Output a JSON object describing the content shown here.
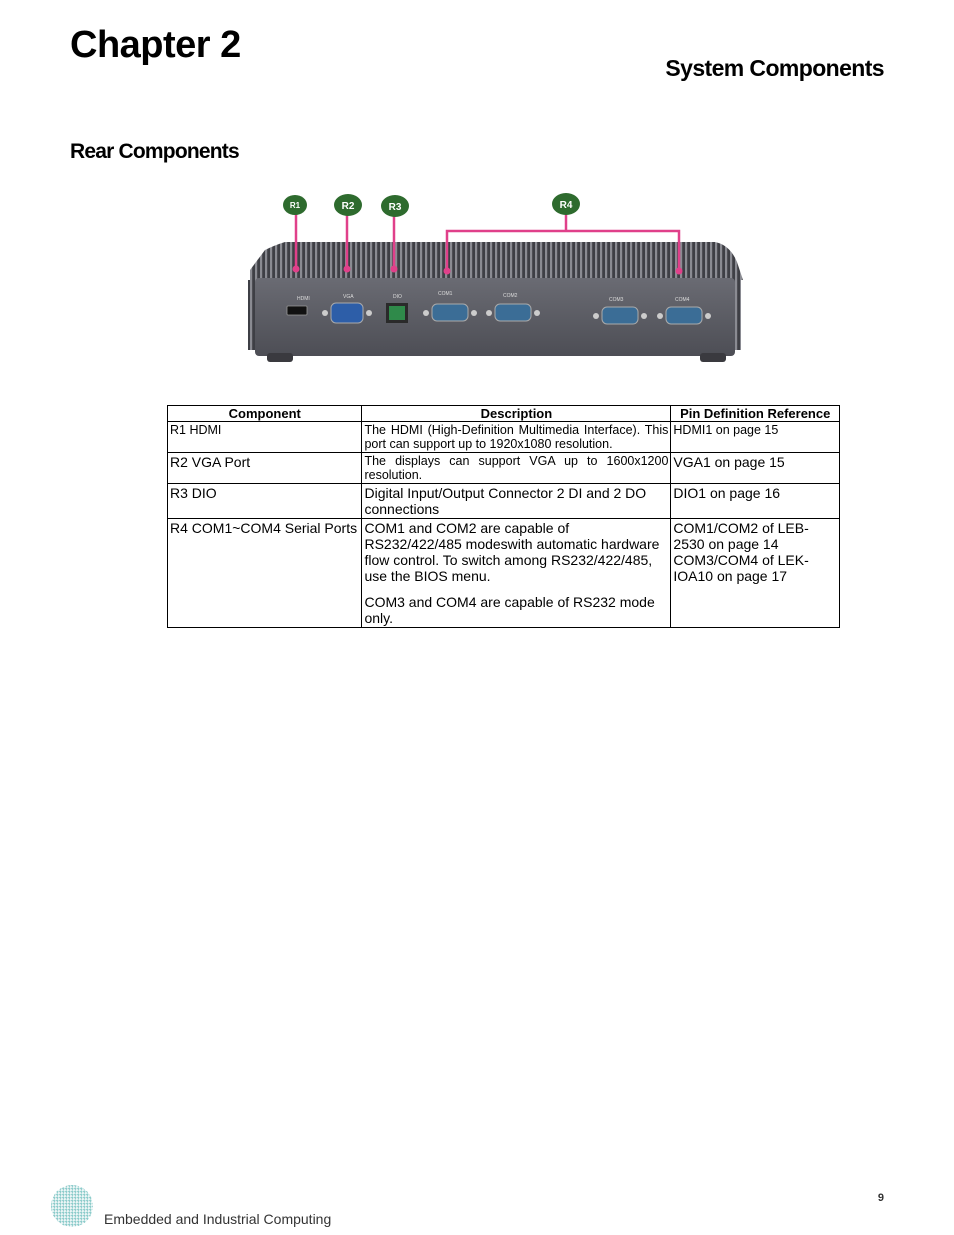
{
  "header": {
    "chapter": "Chapter 2",
    "section": "System Components"
  },
  "subsection": "Rear Components",
  "figure": {
    "callouts": [
      "R1",
      "R2",
      "R3",
      "R4"
    ],
    "port_labels": [
      "HDMI",
      "VGA",
      "DIO",
      "COM1",
      "COM2",
      "COM3",
      "COM4"
    ],
    "colors": {
      "callout_fill": "#2e6b2e",
      "leader_line": "#e0408a",
      "chassis": "#5a5b63"
    }
  },
  "table": {
    "headers": [
      "Component",
      "Description",
      "Pin Definition Reference"
    ],
    "rows": [
      {
        "component": "R1 HDMI",
        "description": [
          "The HDMI (High-Definition Multimedia Interface). This port can support up to 1920x1080 resolution."
        ],
        "reference": "HDMI1 on page 15"
      },
      {
        "component": "R2  VGA Port",
        "description": [
          "The displays can support VGA up to 1600x1200 resolution."
        ],
        "reference": "VGA1 on page 15"
      },
      {
        "component": "R3 DIO",
        "description": [
          "Digital Input/Output Connector 2 DI and 2 DO connections"
        ],
        "reference": "DIO1 on page 16"
      },
      {
        "component": "R4 COM1~COM4 Serial Ports",
        "description": [
          "COM1 and COM2 are capable of RS232/422/485 modeswith  automatic hardware flow control. To switch among RS232/422/485, use the BIOS menu.",
          "COM3 and COM4 are capable of RS232 mode only."
        ],
        "reference": "COM1/COM2 of LEB-2530 on page 14 COM3/COM4 of LEK-IOA10 on page 17"
      }
    ]
  },
  "footer": {
    "tagline": "Embedded and Industrial Computing",
    "page_number": "9"
  }
}
